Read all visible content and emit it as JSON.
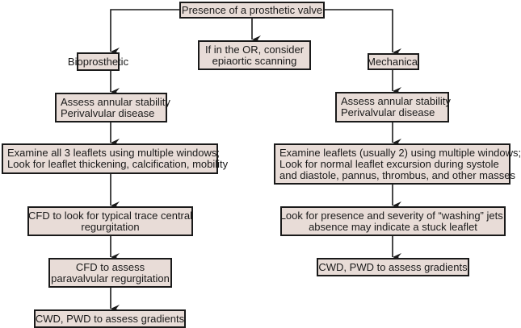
{
  "diagram": {
    "colors": {
      "box_fill": "#e8dcd7",
      "stroke": "#1a1a1a"
    },
    "root": {
      "lines": [
        "Presence of a prosthetic valve"
      ]
    },
    "middle": {
      "lines": [
        "If in the OR, consider",
        "epiaortic scanning"
      ]
    },
    "left_branch": {
      "title": "Bioprosthetic",
      "steps": [
        {
          "lines": [
            "Assess annular stability",
            "Perivalvular disease"
          ]
        },
        {
          "lines": [
            "Examine all 3 leaflets using multiple windows;",
            "Look for leaflet thickening, calcification, mobility"
          ]
        },
        {
          "lines": [
            "CFD to look for typical trace central",
            "regurgitation"
          ]
        },
        {
          "lines": [
            "CFD to assess",
            "paravalvular regurgitation"
          ]
        },
        {
          "lines": [
            "CWD, PWD to assess gradients"
          ]
        }
      ]
    },
    "right_branch": {
      "title": "Mechanical",
      "steps": [
        {
          "lines": [
            "Assess annular stability",
            "Perivalvular disease"
          ]
        },
        {
          "lines": [
            "Examine leaflets (usually 2) using multiple windows;",
            "Look for normal leaflet excursion during systole",
            "and diastole, pannus, thrombus, and other masses"
          ]
        },
        {
          "lines": [
            "Look for presence and severity of “washing” jets;",
            "absence may indicate a stuck leaflet"
          ]
        },
        {
          "lines": [
            "CWD, PWD to assess gradients"
          ]
        }
      ]
    }
  }
}
